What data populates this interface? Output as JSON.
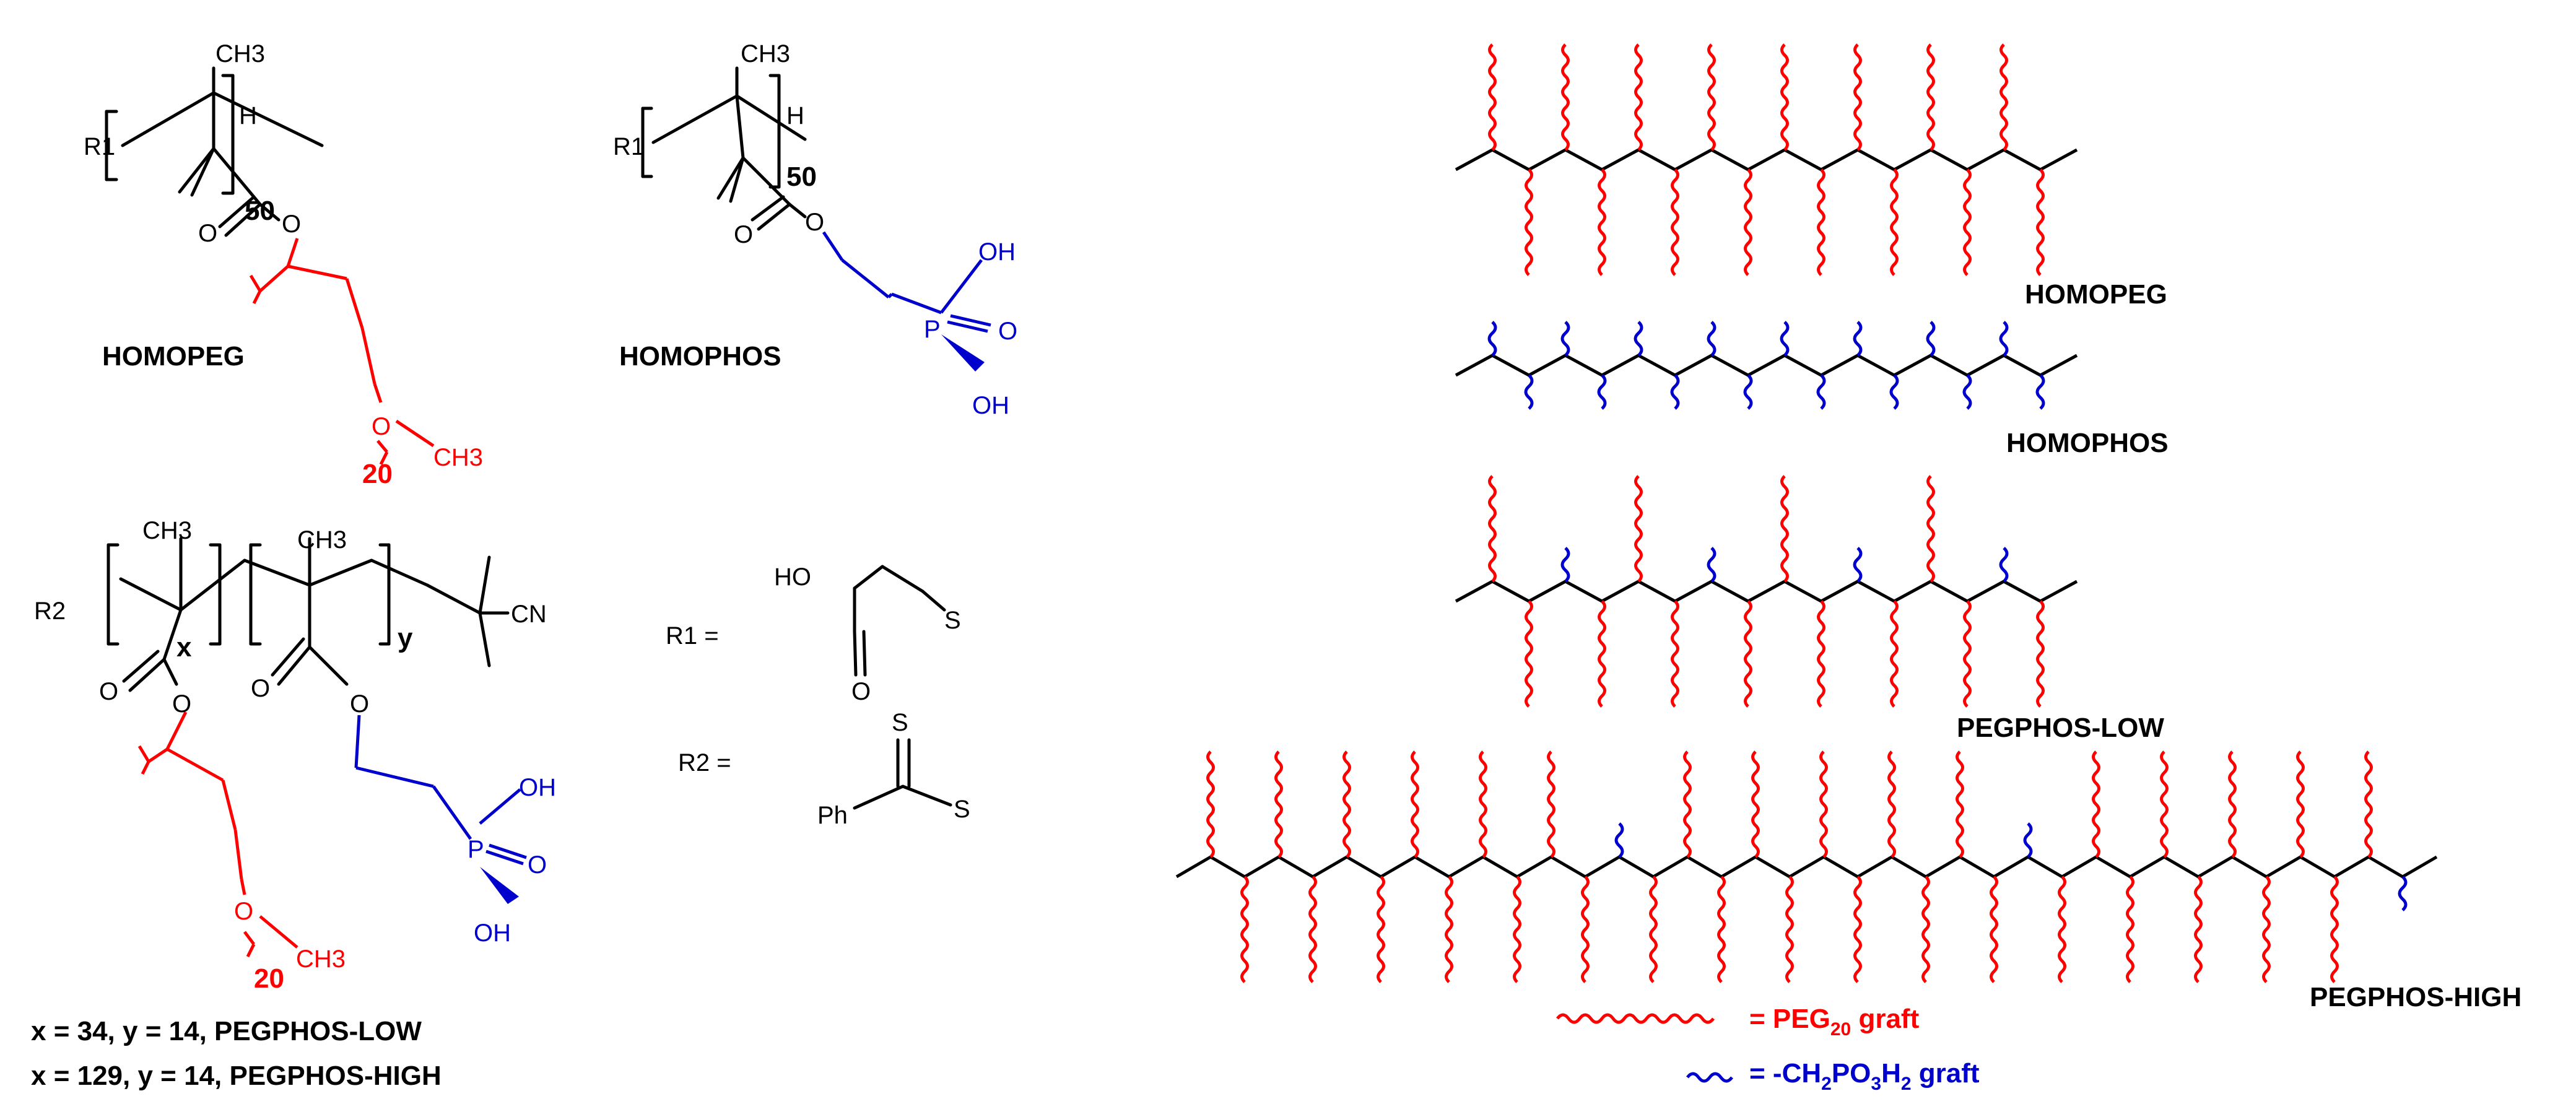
{
  "structures": {
    "homopeg": {
      "name": "HOMOPEG",
      "ch3": "CH3",
      "r": "R1",
      "h": "H",
      "n": "50",
      "o_carbonyl": "O",
      "o_ester": "O",
      "o_ether": "O",
      "m": "20",
      "ch3_end": "CH3"
    },
    "homophos": {
      "name": "HOMOPHOS",
      "ch3": "CH3",
      "r": "R1",
      "h": "H",
      "n": "50",
      "o_carbonyl": "O",
      "o_ester": "O",
      "p": "P",
      "oh_top": "OH",
      "o_double": "O",
      "oh_bottom": "OH"
    },
    "copolymer": {
      "ch3_a": "CH3",
      "ch3_b": "CH3",
      "r": "R2",
      "x": "x",
      "y": "y",
      "cn": "CN",
      "o_carbonyl_a": "O",
      "o_ester_a": "O",
      "o_ether": "O",
      "m": "20",
      "ch3_end": "CH3",
      "o_carbonyl_b": "O",
      "o_ester_b": "O",
      "p": "P",
      "oh_top": "OH",
      "o_double": "O",
      "oh_bottom": "OH"
    },
    "r1_def": {
      "label": "R1 =",
      "ho": "HO",
      "o": "O",
      "s": "S"
    },
    "r2_def": {
      "label": "R2 =",
      "s_top": "S",
      "ph": "Ph",
      "s": "S"
    },
    "composition_lines": [
      "x = 34,   y = 14, PEGPHOS-LOW",
      "x = 129, y = 14, PEGPHOS-HIGH"
    ]
  },
  "schematics": {
    "homopeg": {
      "label": "HOMOPEG",
      "backbone_nodes": 16,
      "pattern": "all_peg"
    },
    "homophos": {
      "label": "HOMOPHOS",
      "backbone_nodes": 16,
      "pattern": "all_phos"
    },
    "pegphos_low": {
      "label": "PEGPHOS-LOW",
      "backbone_nodes": 16,
      "phos_top_at": [
        2,
        6,
        10,
        14
      ]
    },
    "pegphos_high": {
      "label": "PEGPHOS-HIGH",
      "backbone_nodes": 36,
      "phos_at": [
        12,
        24,
        35
      ]
    }
  },
  "legend": {
    "peg": {
      "prefix": "= PEG",
      "sub": "20",
      "suffix": " graft"
    },
    "phos": {
      "prefix": "= -CH",
      "sub1": "2",
      "mid": "PO",
      "sub2": "3",
      "mid2": "H",
      "sub3": "2",
      "suffix": " graft"
    }
  },
  "colors": {
    "peg": "#ff0000",
    "phos": "#0000cc",
    "backbone": "#000000"
  }
}
